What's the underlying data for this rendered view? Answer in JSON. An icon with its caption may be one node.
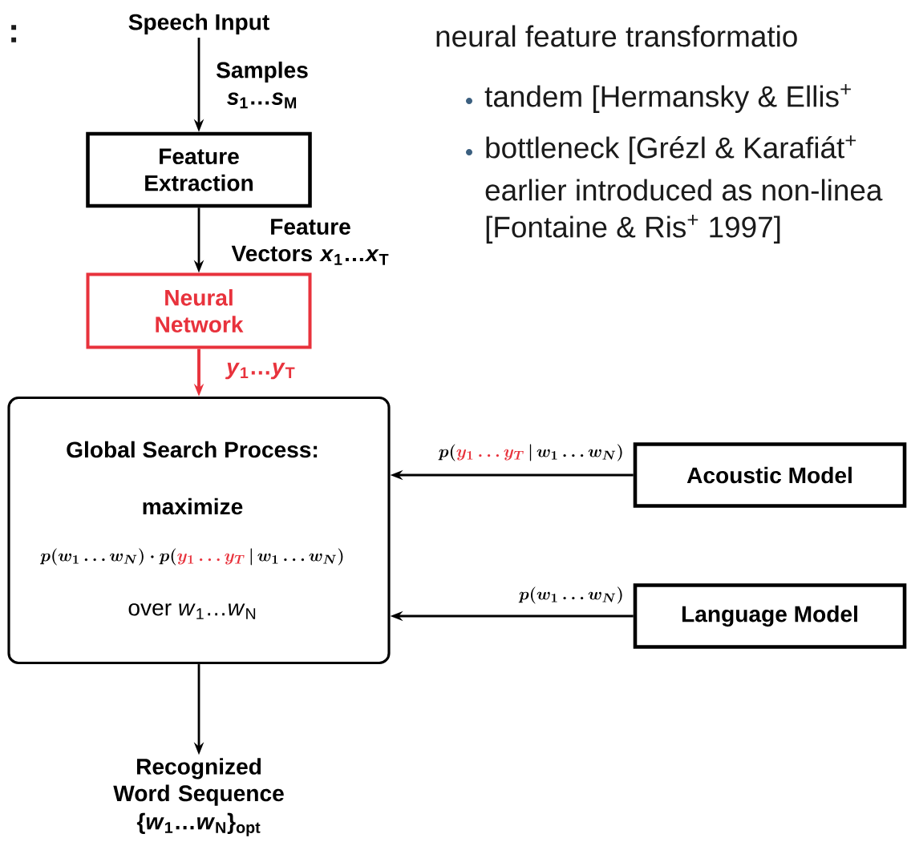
{
  "diagram": {
    "nodes": [
      {
        "text": [
          "Speech Input"
        ]
      },
      {
        "text": [
          "Feature Extraction"
        ]
      },
      {
        "text": [
          "Neural Network"
        ]
      },
      {
        "text": [
          "Global Search Process:",
          "maximize",
          "p(w_1\\ldots w_N)\\cdot p(\\textcolor{red}{y_1\\ldots y_T}\\,|\\,w_1\\ldots w_N)",
          "over *w*$_{1}$…*w*$_{N}$"
        ]
      },
      {
        "text": [
          "Acoustic Model"
        ]
      },
      {
        "text": [
          "Language Model"
        ]
      },
      {
        "text": [
          "Recognized Word Sequence",
          "{*w*$_{1}$…*w*$_{N}$}$_{opt}$"
        ]
      }
    ],
    "edges": [
      {
        "from": 0,
        "to": 1,
        "arrow": "to",
        "label": "Samples *s*$_{1}$…*s*$_{M}$"
      },
      {
        "from": 1,
        "to": 2,
        "arrow": "to",
        "label": "Feature Vectors *x*$_{1}$…*x*$_{T}$"
      },
      {
        "from": 2,
        "to": 3,
        "arrow": "to",
        "label": "*y*$_{1}$…*y*$_{T}$",
        "color": "#e8323c"
      },
      {
        "from": 4,
        "to": 3,
        "arrow": "to",
        "label": "p(\\textcolor{red}{y_1\\ldots y_T}\\,|\\,w_1\\ldots w_N)"
      },
      {
        "from": 5,
        "to": 3,
        "arrow": "to",
        "label": "p(w_1\\ldots w_N)"
      },
      {
        "from": 3,
        "to": 6,
        "arrow": "to"
      }
    ],
    "labels": [
      ":",
      "neural feature transformatio",
      "tandem [Hermansky & Ellis$^{+}$",
      "bottleneck [Grézl & Karafiát$^{+}$",
      "earlier introduced as non-linea",
      "[Fontaine & Ris$^{+}$ 1997]"
    ]
  }
}
